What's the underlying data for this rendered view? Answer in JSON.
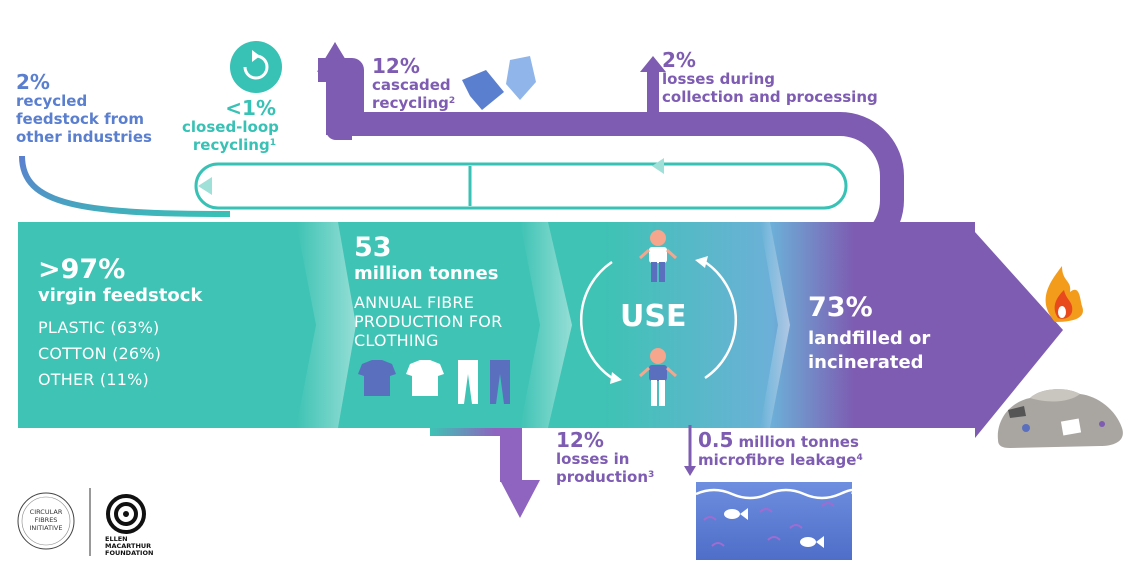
{
  "recycled_feedstock": {
    "value": "2%",
    "label_lines": [
      "recycled",
      "feedstock from",
      "other industries"
    ]
  },
  "closed_loop": {
    "value": "<1%",
    "label_lines": [
      "closed-loop",
      "recycling"
    ],
    "footnote": "1"
  },
  "cascaded": {
    "value": "12%",
    "label_lines": [
      "cascaded",
      "recycling"
    ],
    "footnote": "2"
  },
  "collection_losses": {
    "value": "2%",
    "label_lines": [
      "losses during",
      "collection and processing"
    ]
  },
  "virgin": {
    "value": ">97%",
    "label": "virgin feedstock",
    "items": [
      "PLASTIC (63%)",
      "COTTON (26%)",
      "OTHER (11%)"
    ]
  },
  "production": {
    "value": "53",
    "unit": "million tonnes",
    "label_lines": [
      "ANNUAL FIBRE",
      "PRODUCTION FOR",
      "CLOTHING"
    ]
  },
  "use": {
    "label": "USE"
  },
  "landfilled": {
    "value": "73%",
    "label_lines": [
      "landfilled or",
      "incinerated"
    ]
  },
  "production_losses": {
    "value": "12%",
    "label_lines": [
      "losses in",
      "production"
    ],
    "footnote": "3"
  },
  "microfibre": {
    "value": "0.5",
    "unit": "million tonnes",
    "label": "microfibre leakage",
    "footnote": "4"
  },
  "logos": {
    "cfi_lines": [
      "CIRCULAR",
      "FIBRES",
      "INITIATIVE"
    ],
    "emf_lines": [
      "ELLEN",
      "MACARTHUR",
      "FOUNDATION"
    ]
  },
  "colors": {
    "teal": "#38c1b5",
    "purple": "#7d5cb2",
    "blue": "#5b7fcf",
    "fire": "#f39c1b"
  }
}
